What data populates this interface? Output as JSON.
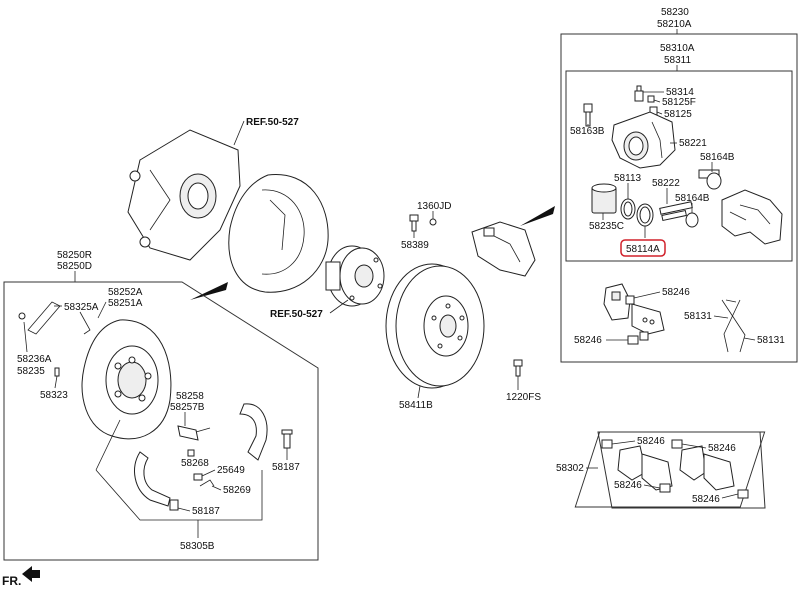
{
  "diagram": {
    "fr_label": "FR.",
    "refs": [
      "REF.50-527",
      "REF.50-527"
    ],
    "labels": {
      "p58230": "58230",
      "p58210A": "58210A",
      "p58310A": "58310A",
      "p58311": "58311",
      "p58314": "58314",
      "p58125F": "58125F",
      "p58125": "58125",
      "p58163B": "58163B",
      "p58221": "58221",
      "p58164B_a": "58164B",
      "p58113": "58113",
      "p58222": "58222",
      "p58164B_b": "58164B",
      "p58235C": "58235C",
      "p58114A": "58114A",
      "p58246_a": "58246",
      "p58131_a": "58131",
      "p58246_b": "58246",
      "p58131_b": "58131",
      "p58302": "58302",
      "p58246_c": "58246",
      "p58246_d": "58246",
      "p58246_e": "58246",
      "p58246_f": "58246",
      "p1360JD": "1360JD",
      "p58389": "58389",
      "p58411B": "58411B",
      "p1220FS": "1220FS",
      "p58250R": "58250R",
      "p58250D": "58250D",
      "p58252A": "58252A",
      "p58251A": "58251A",
      "p58325A": "58325A",
      "p58236A": "58236A",
      "p58235": "58235",
      "p58323": "58323",
      "p58258": "58258",
      "p58257B": "58257B",
      "p58268": "58268",
      "p25649": "25649",
      "p58269": "58269",
      "p58187_a": "58187",
      "p58187_b": "58187",
      "p58305B": "58305B"
    },
    "highlight_color": "#d0202a"
  }
}
